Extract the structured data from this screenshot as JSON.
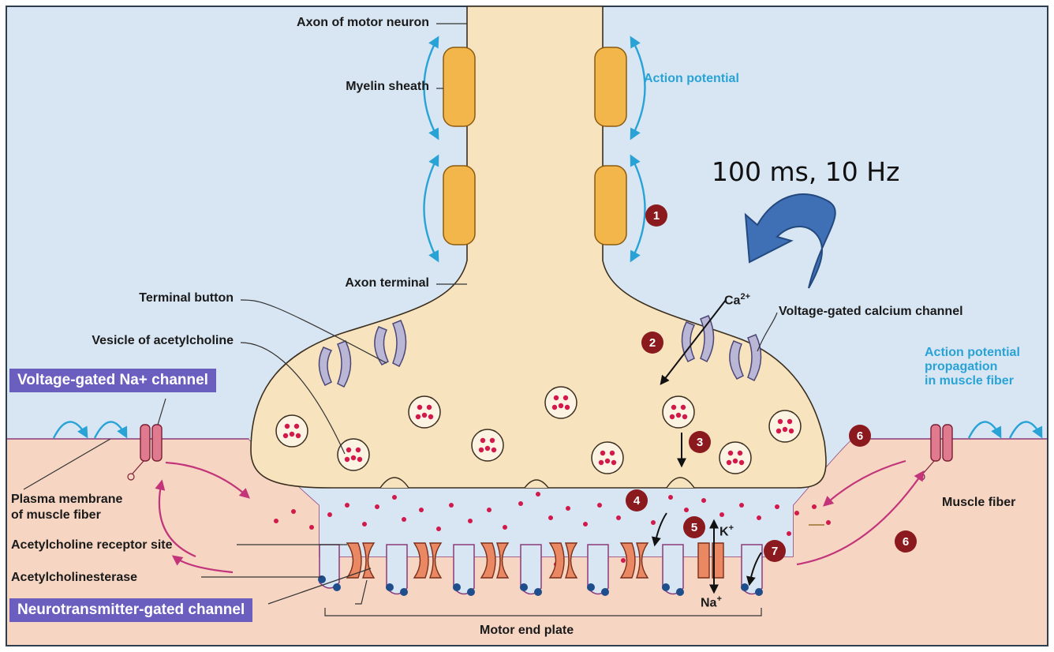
{
  "labels": {
    "axon_of_motor_neuron": "Axon of motor neuron",
    "myelin_sheath": "Myelin sheath",
    "action_potential": "Action potential",
    "axon_terminal": "Axon terminal",
    "terminal_button": "Terminal button",
    "vesicle_of_acetylcholine": "Vesicle of acetylcholine",
    "voltage_gated_calcium_channel": "Voltage-gated calcium channel",
    "ca2": "Ca",
    "ca2_sup": "2+",
    "action_potential_propagation_l1": "Action potential",
    "action_potential_propagation_l2": "propagation",
    "action_potential_propagation_l3": "in muscle fiber",
    "plasma_membrane_l1": "Plasma membrane",
    "plasma_membrane_l2": "of muscle fiber",
    "muscle_fiber": "Muscle fiber",
    "acetylcholine_receptor_site": "Acetylcholine receptor site",
    "acetylcholinesterase": "Acetylcholinesterase",
    "motor_end_plate": "Motor end plate",
    "k": "K",
    "k_sup": "+",
    "na": "Na",
    "na_sup": "+"
  },
  "tags": {
    "voltage_gated_na_channel": "Voltage-gated Na+ channel",
    "neurotransmitter_gated_channel": "Neurotransmitter-gated channel"
  },
  "annotation": {
    "stimulus": "100 ms, 10 Hz"
  },
  "steps": {
    "s1": "1",
    "s2": "2",
    "s3": "3",
    "s4": "4",
    "s5": "5",
    "s6a": "6",
    "s6b": "6",
    "s7": "7"
  },
  "colors": {
    "background_top": "#d8e6f3",
    "muscle": "#f6d6c3",
    "neuron": "#f8e3bf",
    "myelin": "#f3b64a",
    "step_marker": "#8b1a1f",
    "tag_bg": "#6a5fbf",
    "arrow_blue": "#3f6fb4",
    "label_blue": "#29a3d6",
    "ach_dot": "#d3194b"
  }
}
